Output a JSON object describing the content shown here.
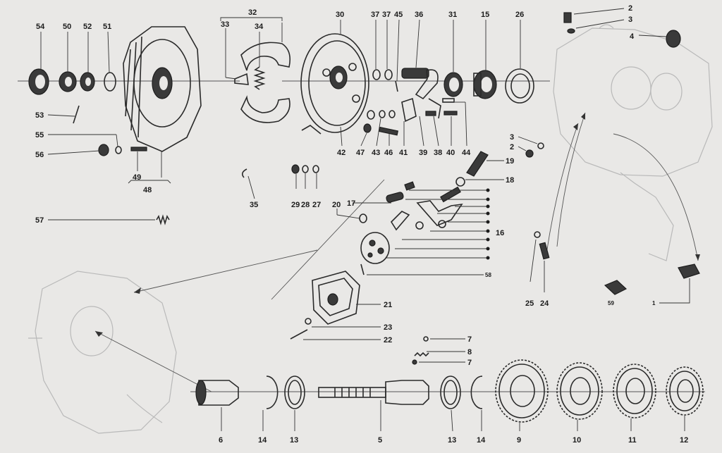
{
  "callouts": [
    {
      "id": "c54",
      "text": "54"
    },
    {
      "id": "c50",
      "text": "50"
    },
    {
      "id": "c52",
      "text": "52"
    },
    {
      "id": "c51",
      "text": "51"
    },
    {
      "id": "c53",
      "text": "53"
    },
    {
      "id": "c55",
      "text": "55"
    },
    {
      "id": "c56",
      "text": "56"
    },
    {
      "id": "c49",
      "text": "49"
    },
    {
      "id": "c48",
      "text": "48"
    },
    {
      "id": "c57",
      "text": "57"
    },
    {
      "id": "c32",
      "text": "32"
    },
    {
      "id": "c33",
      "text": "33"
    },
    {
      "id": "c34",
      "text": "34"
    },
    {
      "id": "c35",
      "text": "35"
    },
    {
      "id": "c30",
      "text": "30"
    },
    {
      "id": "c37a",
      "text": "37"
    },
    {
      "id": "c37b",
      "text": "37"
    },
    {
      "id": "c45",
      "text": "45"
    },
    {
      "id": "c36",
      "text": "36"
    },
    {
      "id": "c31",
      "text": "31"
    },
    {
      "id": "c15",
      "text": "15"
    },
    {
      "id": "c26",
      "text": "26"
    },
    {
      "id": "c42",
      "text": "42"
    },
    {
      "id": "c47",
      "text": "47"
    },
    {
      "id": "c43",
      "text": "43"
    },
    {
      "id": "c46",
      "text": "46"
    },
    {
      "id": "c41",
      "text": "41"
    },
    {
      "id": "c39",
      "text": "39"
    },
    {
      "id": "c38",
      "text": "38"
    },
    {
      "id": "c40",
      "text": "40"
    },
    {
      "id": "c44",
      "text": "44"
    },
    {
      "id": "c29",
      "text": "29"
    },
    {
      "id": "c28",
      "text": "28"
    },
    {
      "id": "c27",
      "text": "27"
    },
    {
      "id": "c20",
      "text": "20"
    },
    {
      "id": "c17",
      "text": "17"
    },
    {
      "id": "c19",
      "text": "19"
    },
    {
      "id": "c18",
      "text": "18"
    },
    {
      "id": "c16",
      "text": "16"
    },
    {
      "id": "c58",
      "text": "58"
    },
    {
      "id": "c21",
      "text": "21"
    },
    {
      "id": "c23",
      "text": "23"
    },
    {
      "id": "c22",
      "text": "22"
    },
    {
      "id": "c2a",
      "text": "2"
    },
    {
      "id": "c3a",
      "text": "3"
    },
    {
      "id": "c4",
      "text": "4"
    },
    {
      "id": "c3b",
      "text": "3"
    },
    {
      "id": "c2b",
      "text": "2"
    },
    {
      "id": "c25",
      "text": "25"
    },
    {
      "id": "c24",
      "text": "24"
    },
    {
      "id": "c59",
      "text": "59"
    },
    {
      "id": "c1",
      "text": "1"
    },
    {
      "id": "c7a",
      "text": "7"
    },
    {
      "id": "c8",
      "text": "8"
    },
    {
      "id": "c7b",
      "text": "7"
    },
    {
      "id": "c6",
      "text": "6"
    },
    {
      "id": "c14a",
      "text": "14"
    },
    {
      "id": "c13a",
      "text": "13"
    },
    {
      "id": "c5",
      "text": "5"
    },
    {
      "id": "c13b",
      "text": "13"
    },
    {
      "id": "c14b",
      "text": "14"
    },
    {
      "id": "c9",
      "text": "9"
    },
    {
      "id": "c10",
      "text": "10"
    },
    {
      "id": "c11",
      "text": "11"
    },
    {
      "id": "c12",
      "text": "12"
    }
  ],
  "colors": {
    "paper": "#e9e8e6",
    "ink": "#1b1b1b",
    "ghost": "#b9b9b9"
  }
}
